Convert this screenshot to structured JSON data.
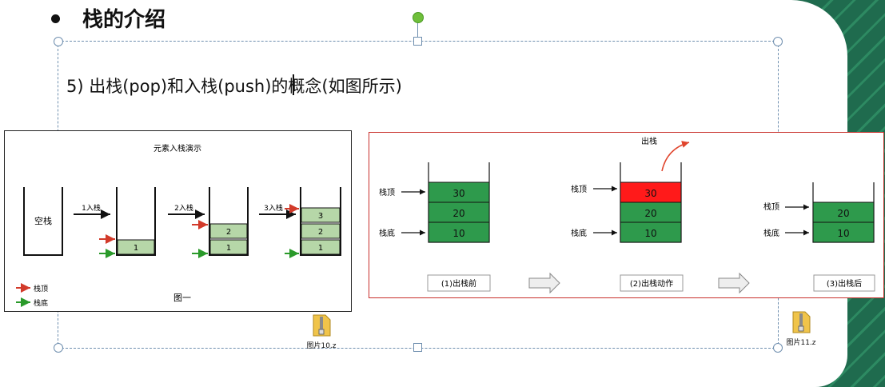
{
  "slide": {
    "title": "栈的介绍",
    "line5": "5)   出栈(pop)和入栈(push)的概念(如图所示)"
  },
  "figure1": {
    "title": "元素入栈演示",
    "empty_stack": "空栈",
    "step1": "1入栈",
    "step2": "2入栈",
    "step3": "3入栈",
    "legend_top": "栈顶",
    "legend_bottom": "栈底",
    "caption": "图一",
    "values": [
      "1",
      "2",
      "3"
    ]
  },
  "figure2": {
    "label_top": "栈顶",
    "label_bottom": "栈底",
    "pop_label": "出栈",
    "v30": "30",
    "v20": "20",
    "v10": "10",
    "step1": "(1)出栈前",
    "step2": "(2)出栈动作",
    "step3": "(3)出栈后"
  },
  "files": [
    {
      "name": "图片10.z"
    },
    {
      "name": "图片11.z"
    }
  ],
  "colors": {
    "green": "#2e9a4c",
    "red": "#ff1a1a",
    "lightgreen": "#b6d7a8"
  }
}
